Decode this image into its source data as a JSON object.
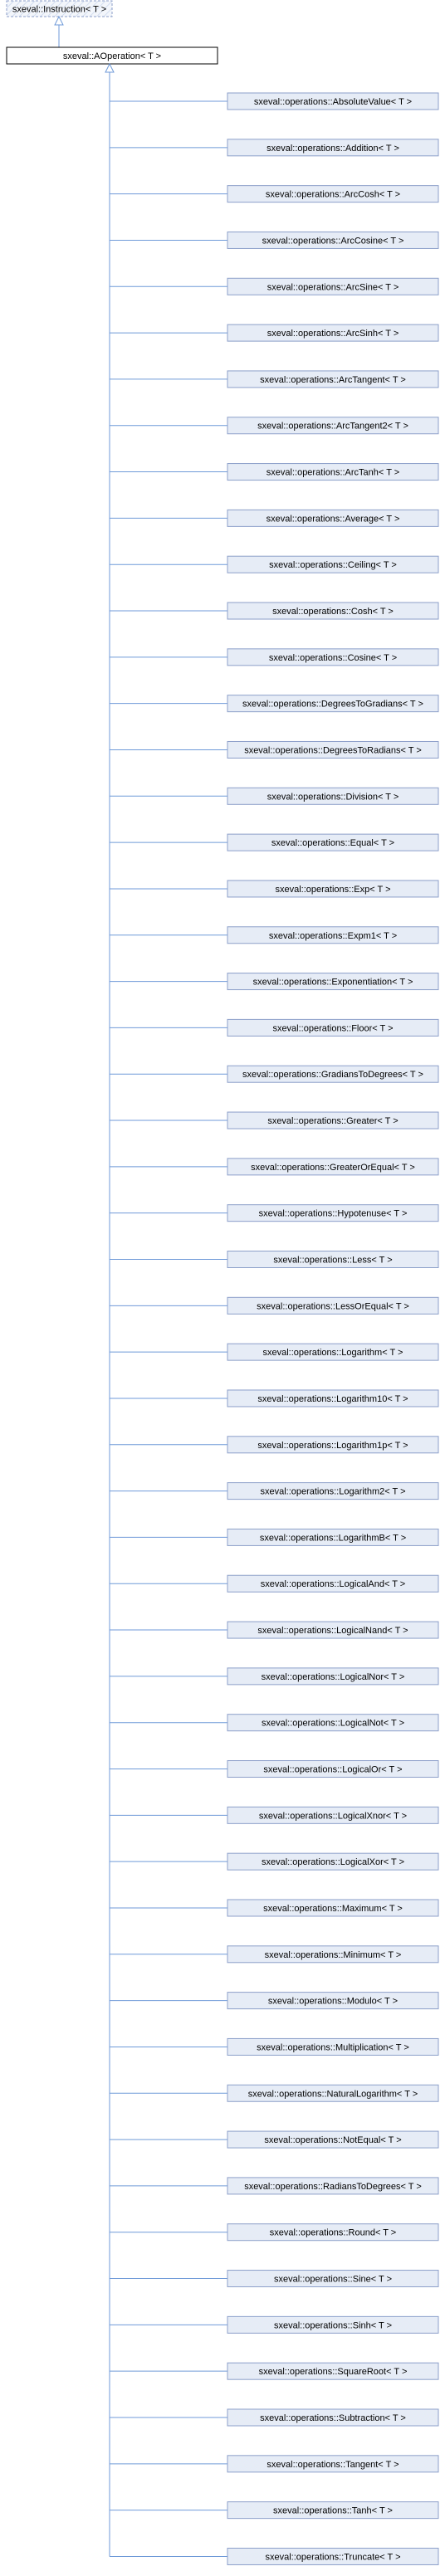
{
  "diagram": {
    "root": {
      "label": "sxeval::Instruction< T >",
      "style": "dashed-abstract"
    },
    "base": {
      "label": "sxeval::AOperation< T >"
    },
    "children": [
      "sxeval::operations::AbsoluteValue< T >",
      "sxeval::operations::Addition< T >",
      "sxeval::operations::ArcCosh< T >",
      "sxeval::operations::ArcCosine< T >",
      "sxeval::operations::ArcSine< T >",
      "sxeval::operations::ArcSinh< T >",
      "sxeval::operations::ArcTangent< T >",
      "sxeval::operations::ArcTangent2< T >",
      "sxeval::operations::ArcTanh< T >",
      "sxeval::operations::Average< T >",
      "sxeval::operations::Ceiling< T >",
      "sxeval::operations::Cosh< T >",
      "sxeval::operations::Cosine< T >",
      "sxeval::operations::DegreesToGradians< T >",
      "sxeval::operations::DegreesToRadians< T >",
      "sxeval::operations::Division< T >",
      "sxeval::operations::Equal< T >",
      "sxeval::operations::Exp< T >",
      "sxeval::operations::Expm1< T >",
      "sxeval::operations::Exponentiation< T >",
      "sxeval::operations::Floor< T >",
      "sxeval::operations::GradiansToDegrees< T >",
      "sxeval::operations::Greater< T >",
      "sxeval::operations::GreaterOrEqual< T >",
      "sxeval::operations::Hypotenuse< T >",
      "sxeval::operations::Less< T >",
      "sxeval::operations::LessOrEqual< T >",
      "sxeval::operations::Logarithm< T >",
      "sxeval::operations::Logarithm10< T >",
      "sxeval::operations::Logarithm1p< T >",
      "sxeval::operations::Logarithm2< T >",
      "sxeval::operations::LogarithmB< T >",
      "sxeval::operations::LogicalAnd< T >",
      "sxeval::operations::LogicalNand< T >",
      "sxeval::operations::LogicalNor< T >",
      "sxeval::operations::LogicalNot< T >",
      "sxeval::operations::LogicalOr< T >",
      "sxeval::operations::LogicalXnor< T >",
      "sxeval::operations::LogicalXor< T >",
      "sxeval::operations::Maximum< T >",
      "sxeval::operations::Minimum< T >",
      "sxeval::operations::Modulo< T >",
      "sxeval::operations::Multiplication< T >",
      "sxeval::operations::NaturalLogarithm< T >",
      "sxeval::operations::NotEqual< T >",
      "sxeval::operations::RadiansToDegrees< T >",
      "sxeval::operations::Round< T >",
      "sxeval::operations::Sine< T >",
      "sxeval::operations::Sinh< T >",
      "sxeval::operations::SquareRoot< T >",
      "sxeval::operations::Subtraction< T >",
      "sxeval::operations::Tangent< T >",
      "sxeval::operations::Tanh< T >",
      "sxeval::operations::Truncate< T >"
    ],
    "colors": {
      "edge": "#6f9ad8",
      "node_fill": "#e6ecf6",
      "node_stroke": "#8c9fc9",
      "root_fill": "#f3f6fb",
      "base_stroke": "#000000",
      "base_fill": "#ffffff",
      "text": "#000000"
    }
  }
}
